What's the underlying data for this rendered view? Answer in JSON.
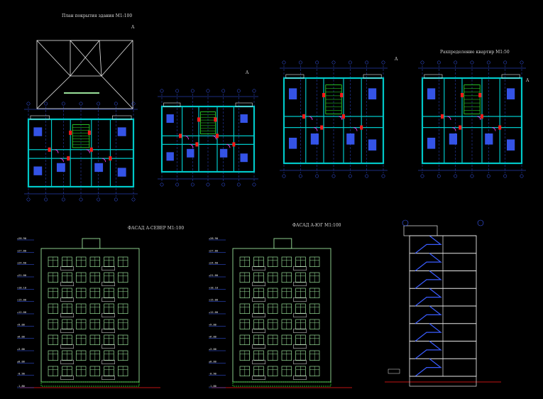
{
  "drawing": {
    "colors": {
      "background": "#000000",
      "wall": "#00c8c8",
      "outline": "#9ae09a",
      "dim_blue": "#3a5cff",
      "red": "#ff1a1a",
      "magenta": "#ff3cff",
      "white": "#e8e8e8",
      "green": "#2ee82e",
      "yellow": "#e8e800"
    },
    "titles": {
      "roof_plan": "План покрытия здания М1:100",
      "floor_plan": "Рахпределение квартир М1:50",
      "facade_north": "ФАСАД А-СЕВЕР М1:100",
      "facade_south": "ФАСАД А-ЮГ М1:100"
    },
    "north_mark": "A",
    "levels": [
      "+28.90",
      "+27.80",
      "+24.60",
      "+21.00",
      "+18.10",
      "+15.00",
      "+12.00",
      "+9.00",
      "+6.00",
      "+3.00",
      "±0.00",
      "-0.90",
      "-1.80"
    ],
    "facade": {
      "floors": 8,
      "window_columns": 6
    },
    "section": {
      "floors": 8
    }
  }
}
